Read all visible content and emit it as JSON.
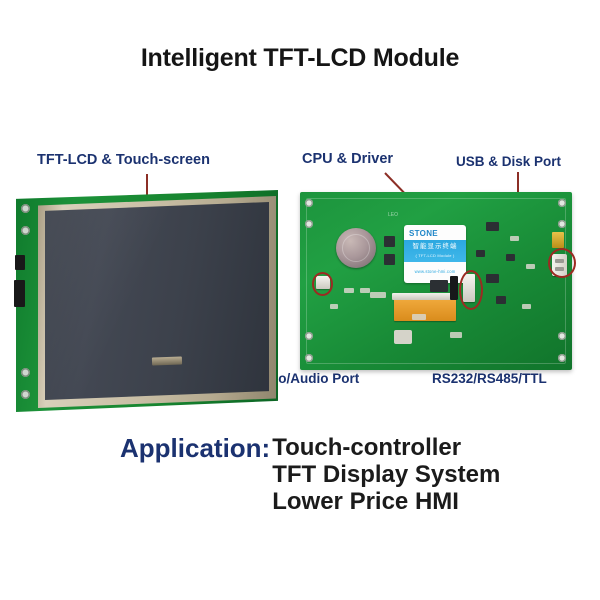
{
  "page": {
    "title": "Intelligent TFT-LCD Module",
    "background_color": "#ffffff",
    "label_color": "#1b3270",
    "pointer_color": "#8c2f26"
  },
  "callouts": [
    {
      "id": "tft-lcd-touchscreen",
      "label": "TFT-LCD & Touch-screen"
    },
    {
      "id": "cpu-driver",
      "label": "CPU & Driver"
    },
    {
      "id": "usb-disk-port",
      "label": "USB & Disk Port"
    },
    {
      "id": "video-audio-port",
      "label": "Video/Audio Port"
    },
    {
      "id": "rs232-rs485-ttl",
      "label": "RS232/RS485/TTL"
    }
  ],
  "product": {
    "front_view_alt": "TFT-LCD module front view with touch-screen",
    "back_view_alt": "TFT-LCD module back PCB view",
    "sticker": {
      "brand": "STONE",
      "chinese": "智能显示终端",
      "subtitle": "( TFT-LCD Module )",
      "url": "www.stone-hmi.com"
    },
    "silkscreen": "LEO"
  },
  "application": {
    "key": "Application:",
    "items": [
      "Touch-controller",
      "TFT Display System",
      "Lower Price HMI"
    ]
  }
}
